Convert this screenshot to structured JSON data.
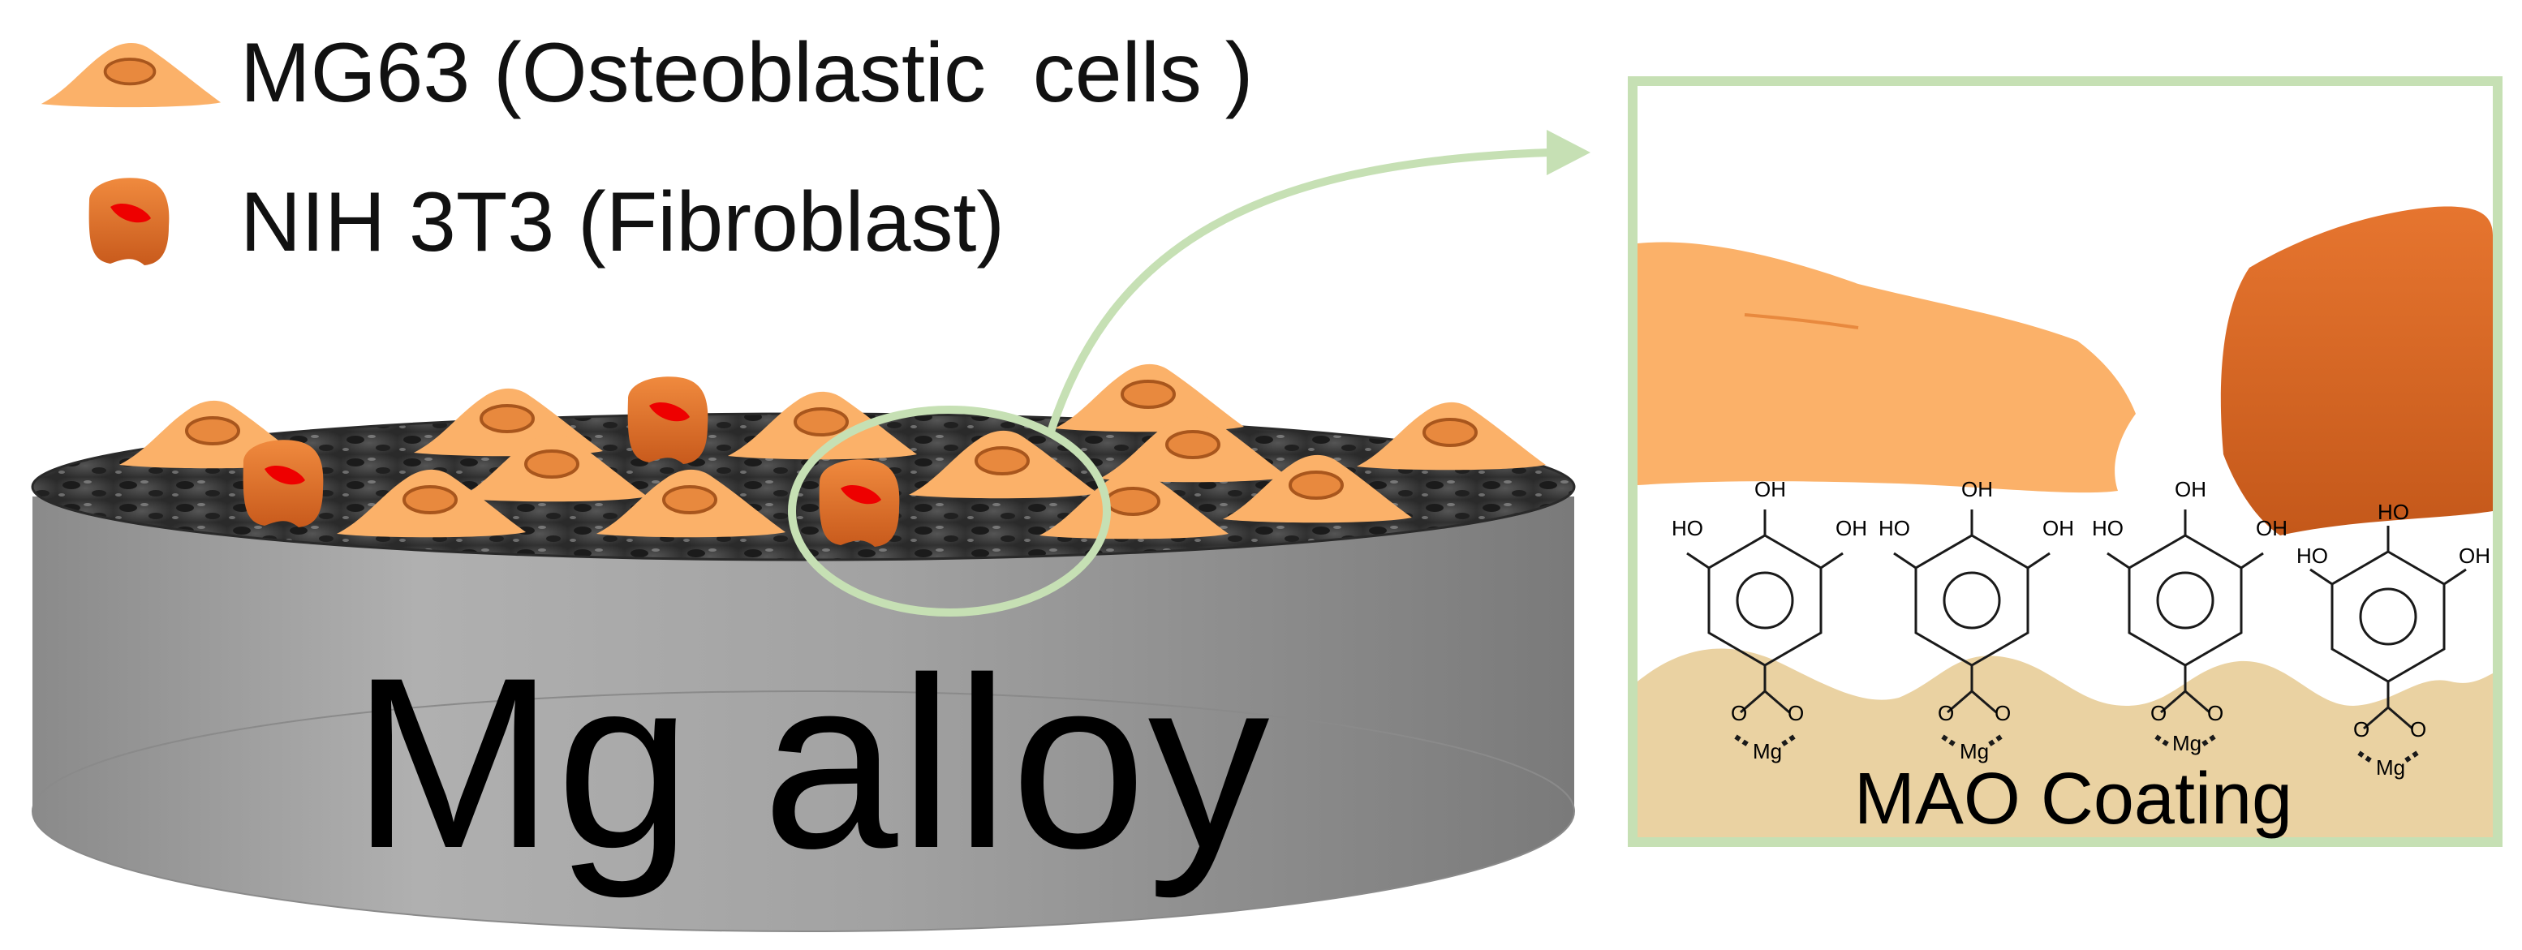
{
  "legend": {
    "mg63_label": "MG63 (Osteoblastic  cells )",
    "nih3t3_label": "NIH 3T3 (Fibroblast)"
  },
  "disk": {
    "label": "Mg alloy"
  },
  "inset": {
    "coating_label": "MAO Coating",
    "hydroxyl_label": "OH",
    "hydroxyl_label_alt": "HO",
    "oxygen_label": "O",
    "metal_label": "Mg"
  },
  "colors": {
    "osteoblast_fill": "#fbb169",
    "osteoblast_nucleus": "#e8893e",
    "fibroblast_fill": "#e4712e",
    "fibroblast_nucleus": "#ee0000",
    "coating": "#ead2a2",
    "inset_border": "#c6e0b4",
    "disk_side": "#a4a4a4",
    "disk_top": "#3c3c3c"
  }
}
